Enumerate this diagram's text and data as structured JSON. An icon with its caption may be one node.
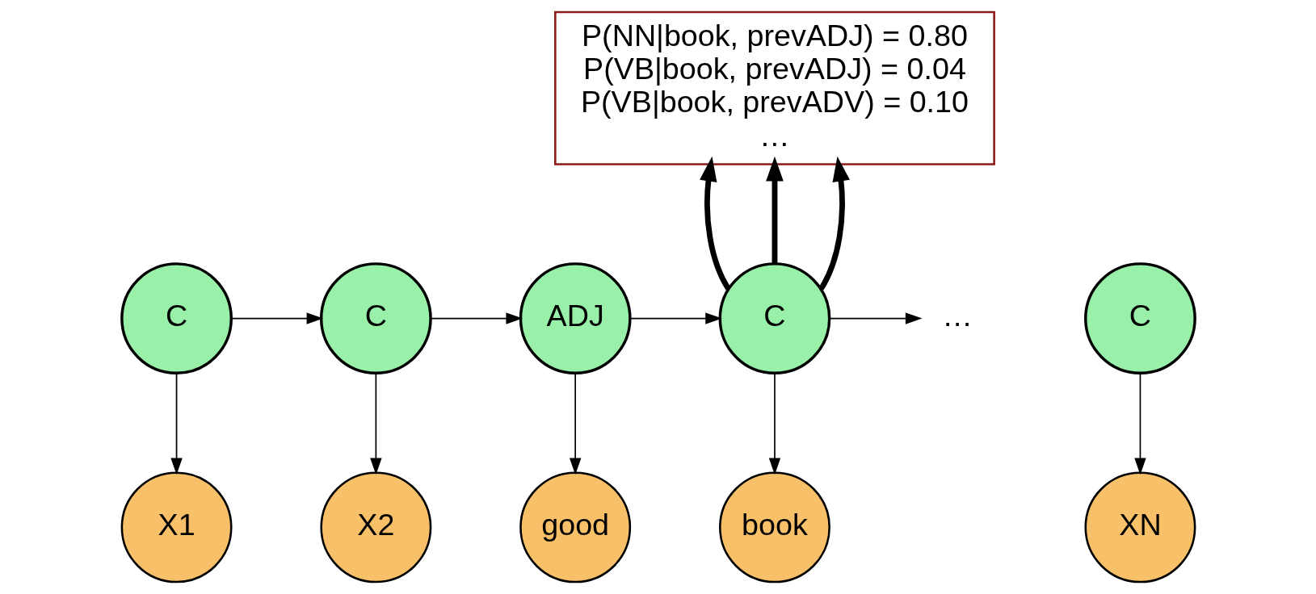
{
  "diagram": {
    "nodes": [
      {
        "text": [
          "C"
        ]
      },
      {
        "text": [
          "C"
        ]
      },
      {
        "text": [
          "ADJ"
        ]
      },
      {
        "text": [
          "C"
        ]
      },
      {
        "text": [
          "…"
        ]
      },
      {
        "text": [
          "C"
        ]
      },
      {
        "text": [
          "X1"
        ]
      },
      {
        "text": [
          "X2"
        ]
      },
      {
        "text": [
          "good"
        ]
      },
      {
        "text": [
          "book"
        ]
      },
      {
        "text": [
          "XN"
        ]
      },
      {
        "text": [
          "P(NN|book, prevADJ) = 0.80",
          "P(VB|book, prevADJ) = 0.04",
          "P(VB|book, prevADV) = 0.10",
          "…"
        ]
      }
    ],
    "edges": [
      {
        "from": 0,
        "to": 1,
        "arrow": "to"
      },
      {
        "from": 1,
        "to": 2,
        "arrow": "to"
      },
      {
        "from": 2,
        "to": 3,
        "arrow": "to"
      },
      {
        "from": 3,
        "to": 4,
        "arrow": "to"
      },
      {
        "from": 0,
        "to": 6,
        "arrow": "to"
      },
      {
        "from": 1,
        "to": 7,
        "arrow": "to"
      },
      {
        "from": 2,
        "to": 8,
        "arrow": "to"
      },
      {
        "from": 3,
        "to": 9,
        "arrow": "to"
      },
      {
        "from": 5,
        "to": 10,
        "arrow": "to"
      },
      {
        "from": 3,
        "to": 11,
        "arrow": "to",
        "style": "thick"
      },
      {
        "from": 3,
        "to": 11,
        "arrow": "to",
        "style": "thick"
      },
      {
        "from": 3,
        "to": 11,
        "arrow": "to",
        "style": "thick"
      }
    ]
  }
}
